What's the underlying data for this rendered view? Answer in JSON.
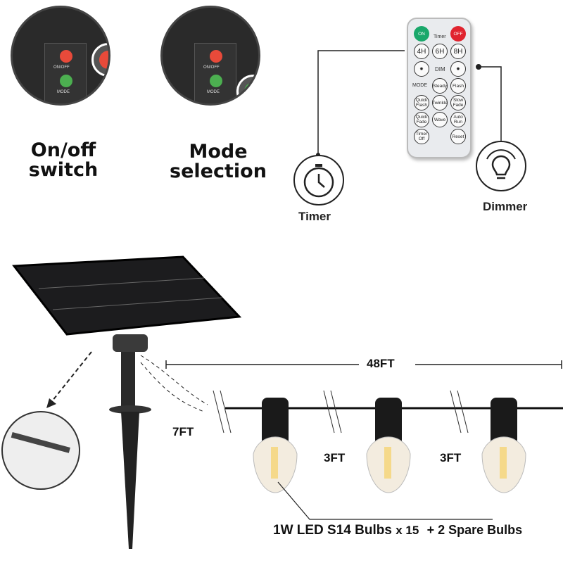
{
  "panels": {
    "onoff": {
      "caption_line1": "On/off",
      "caption_line2": "switch",
      "button_label": "ON/OFF",
      "mode_label": "MODE"
    },
    "mode": {
      "caption_line1": "Mode",
      "caption_line2": "selection",
      "button_label": "ON/OFF",
      "mode_label": "MODE"
    }
  },
  "remote": {
    "buttons": [
      "ON",
      "OFF",
      "4H",
      "6H",
      "8H",
      "Steady",
      "Flash",
      "Quick Flash",
      "Twinkle",
      "Slow Fade",
      "Quick Fade",
      "Wave",
      "Auto Run",
      "Timer Off",
      "Reset"
    ],
    "labels": {
      "timer": "Timer",
      "dim": "DIM",
      "mode": "MODE"
    },
    "colors": {
      "on": "#1aa86b",
      "off": "#e0242f"
    }
  },
  "features": {
    "timer": "Timer",
    "dimmer": "Dimmer"
  },
  "dimensions": {
    "total": "48FT",
    "lead": "7FT",
    "spacing1": "3FT",
    "spacing2": "3FT"
  },
  "caption": {
    "main": "1W LED S14 Bulbs",
    "count": "x 15",
    "spare": "+ 2 Spare Bulbs"
  }
}
